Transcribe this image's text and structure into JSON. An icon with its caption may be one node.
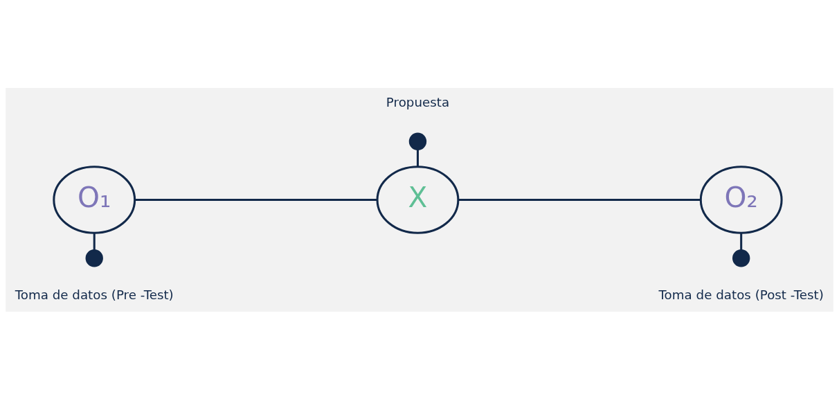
{
  "diagram": {
    "nodes": [
      {
        "text": [
          "O₁"
        ]
      },
      {
        "text": [
          "X"
        ]
      },
      {
        "text": [
          "O₂"
        ]
      },
      {
        "text": [],
        "shape": "circle",
        "beside": [
          "Propuesta"
        ]
      },
      {
        "text": [],
        "shape": "circle",
        "beside": [
          "Toma de datos (Pre -Test)"
        ]
      },
      {
        "text": [],
        "shape": "circle",
        "beside": [
          "Toma de datos (Post -Test)"
        ]
      }
    ],
    "edges": [
      {
        "from": 0,
        "to": 1,
        "arrow": "none"
      },
      {
        "from": 1,
        "to": 2,
        "arrow": "none"
      },
      {
        "from": 3,
        "to": 1,
        "arrow": "none"
      },
      {
        "from": 0,
        "to": 4,
        "arrow": "none"
      },
      {
        "from": 2,
        "to": 5,
        "arrow": "none"
      }
    ]
  }
}
